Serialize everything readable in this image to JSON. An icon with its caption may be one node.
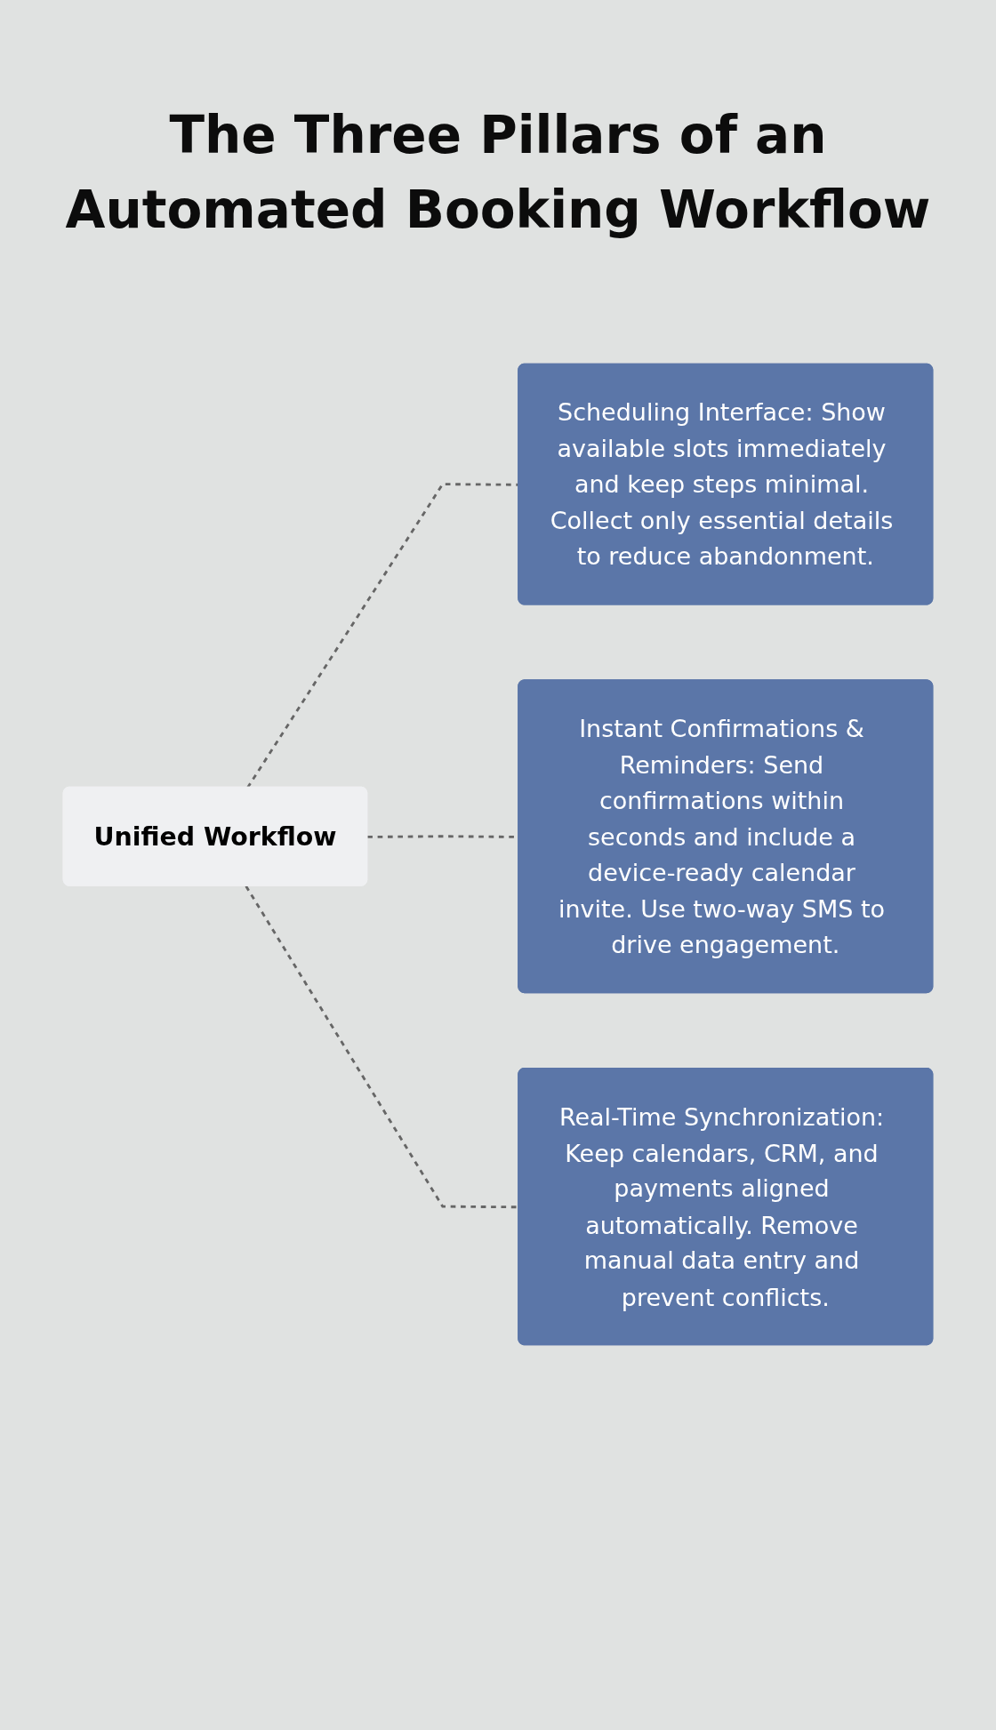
{
  "diagram": {
    "title": "The Three Pillars of an Automated Booking Workflow",
    "nodes": [
      {
        "text": [
          "Unified Workflow"
        ]
      },
      {
        "text": [
          "Scheduling Interface: Show available slots immediately and keep steps minimal. Collect only essential details to reduce abandonment."
        ]
      },
      {
        "text": [
          "Instant Confirmations & Reminders: Send confirmations within seconds and include a device-ready calendar invite. Use two-way SMS to drive engagement."
        ]
      },
      {
        "text": [
          "Real-Time Synchronization: Keep calendars, CRM, and payments aligned automatically. Remove manual data entry and prevent conflicts."
        ]
      }
    ],
    "edges": [
      {
        "from": 0,
        "to": 1,
        "arrow": "none",
        "style": "dashed"
      },
      {
        "from": 0,
        "to": 2,
        "arrow": "none",
        "style": "dashed"
      },
      {
        "from": 0,
        "to": 3,
        "arrow": "none",
        "style": "dashed"
      }
    ]
  }
}
